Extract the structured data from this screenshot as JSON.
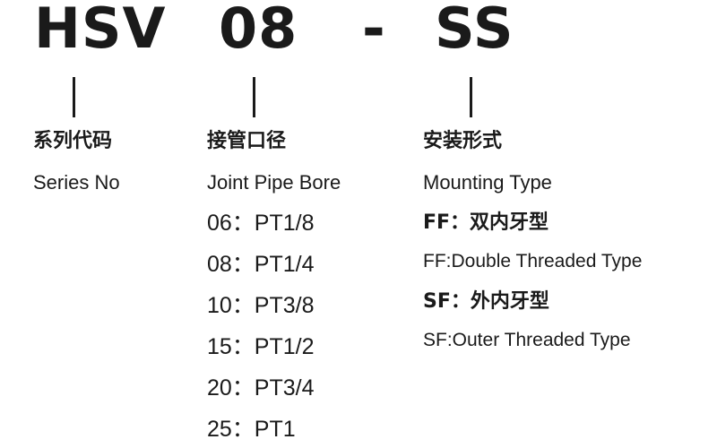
{
  "code": {
    "series": "HSV",
    "bore": "08",
    "dash": "-",
    "mounting": "SS"
  },
  "series": {
    "heading_cn": "系列代码",
    "heading_en": "Series No"
  },
  "bore": {
    "heading_cn": "接管口径",
    "heading_en": "Joint Pipe Bore",
    "options": [
      "06：PT1/8",
      "08：PT1/4",
      "10：PT3/8",
      "15：PT1/2",
      "20：PT3/4",
      "25：PT1"
    ]
  },
  "mounting": {
    "heading_cn": "安装形式",
    "heading_en": "Mounting Type",
    "options": [
      {
        "key": "FF：双内牙型",
        "desc": "FF:Double Threaded Type"
      },
      {
        "key": "SF：外内牙型",
        "desc": "SF:Outer Threaded Type"
      }
    ]
  }
}
